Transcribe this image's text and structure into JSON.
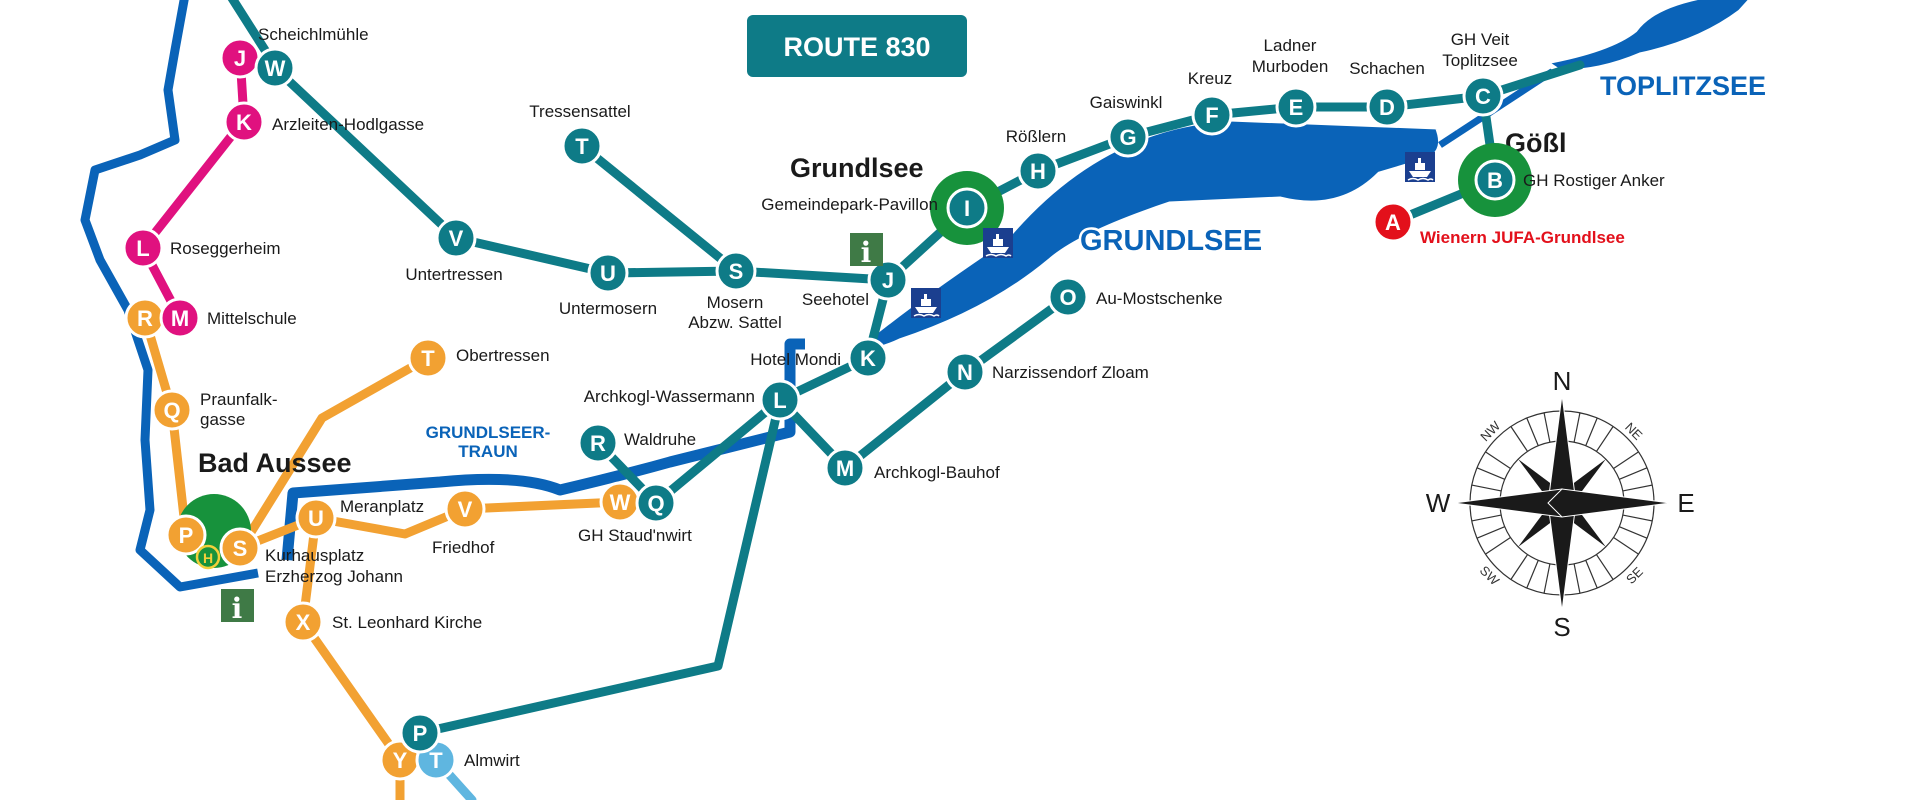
{
  "colors": {
    "teal": "#0e7b87",
    "magenta": "#e0117f",
    "orange": "#f2a132",
    "blue": "#0a63b8",
    "lightblue": "#5fb6e0",
    "green": "#17923c",
    "red": "#e3101b",
    "infogreen": "#3f7a46"
  },
  "route_badge": "ROUTE 830",
  "waters": {
    "grundlsee": "GRUNDLSEE",
    "toplitzsee": "TOPLITZSEE",
    "traun_line1": "GRUNDLSEER-",
    "traun_line2": "TRAUN"
  },
  "towns": {
    "grundlsee": "Grundlsee",
    "bad_aussee": "Bad Aussee",
    "goessl": "Gößl"
  },
  "hub_letter": "H",
  "info_icon": "i",
  "compass": {
    "n": "N",
    "s": "S",
    "e": "E",
    "w": "W",
    "ne": "NE",
    "nw": "NW",
    "se": "SE",
    "sw": "SW"
  },
  "stops": {
    "j_magenta": {
      "letter": "J",
      "line": "magenta"
    },
    "w_teal": {
      "letter": "W",
      "name": "Scheichlmühle",
      "line": "teal"
    },
    "k_magenta": {
      "letter": "K",
      "name": "Arzleiten-Hodlgasse",
      "line": "magenta"
    },
    "l_magenta": {
      "letter": "L",
      "name": "Roseggerheim",
      "line": "magenta"
    },
    "r_orange": {
      "letter": "R",
      "line": "orange"
    },
    "m_magenta": {
      "letter": "M",
      "name": "Mittelschule",
      "line": "magenta"
    },
    "q_orange": {
      "letter": "Q",
      "name1": "Praunfalk-",
      "name2": "gasse",
      "line": "orange"
    },
    "t_orange": {
      "letter": "T",
      "name": "Obertressen",
      "line": "orange"
    },
    "p_orange": {
      "letter": "P",
      "line": "orange"
    },
    "s_orange": {
      "letter": "S",
      "name1": "Kurhausplatz",
      "name2": "Erzherzog Johann",
      "line": "orange"
    },
    "u_orange": {
      "letter": "U",
      "name": "Meranplatz",
      "line": "orange"
    },
    "v_orange": {
      "letter": "V",
      "name": "Friedhof",
      "line": "orange"
    },
    "w_orange": {
      "letter": "W",
      "line": "orange"
    },
    "q_teal": {
      "letter": "Q",
      "name": "GH Staud'nwirt",
      "line": "teal"
    },
    "r_teal": {
      "letter": "R",
      "name": "Waldruhe",
      "line": "teal"
    },
    "x_orange": {
      "letter": "X",
      "name": "St. Leonhard Kirche",
      "line": "orange"
    },
    "y_orange": {
      "letter": "Y",
      "line": "orange"
    },
    "t_lightblue": {
      "letter": "T",
      "name": "Almwirt",
      "line": "lightblue"
    },
    "p_teal": {
      "letter": "P",
      "line": "teal"
    },
    "t_teal": {
      "letter": "T",
      "name": "Tressensattel",
      "line": "teal"
    },
    "v_teal": {
      "letter": "V",
      "name": "Untertressen",
      "line": "teal"
    },
    "u_teal": {
      "letter": "U",
      "name": "Untermosern",
      "line": "teal"
    },
    "s_teal": {
      "letter": "S",
      "name1": "Mosern",
      "name2": "Abzw. Sattel",
      "line": "teal"
    },
    "j_teal": {
      "letter": "J",
      "name": "Seehotel",
      "line": "teal"
    },
    "k_teal": {
      "letter": "K",
      "name": "Hotel Mondi",
      "line": "teal"
    },
    "l_teal": {
      "letter": "L",
      "name": "Archkogl-Wassermann",
      "line": "teal"
    },
    "m_teal": {
      "letter": "M",
      "name": "Archkogl-Bauhof",
      "line": "teal"
    },
    "n_teal": {
      "letter": "N",
      "name": "Narzissendorf Zloam",
      "line": "teal"
    },
    "o_teal": {
      "letter": "O",
      "name": "Au-Mostschenke",
      "line": "teal"
    },
    "i_teal": {
      "letter": "I",
      "name": "Gemeindepark-Pavillon",
      "line": "teal"
    },
    "h_teal": {
      "letter": "H",
      "name": "Rößlern",
      "line": "teal"
    },
    "g_teal": {
      "letter": "G",
      "name": "Gaiswinkl",
      "line": "teal"
    },
    "f_teal": {
      "letter": "F",
      "name": "Kreuz",
      "line": "teal"
    },
    "e_teal": {
      "letter": "E",
      "name1": "Ladner",
      "name2": "Murboden",
      "line": "teal"
    },
    "d_teal": {
      "letter": "D",
      "name": "Schachen",
      "line": "teal"
    },
    "c_teal": {
      "letter": "C",
      "name1": "GH Veit",
      "name2": "Toplitzsee",
      "line": "teal"
    },
    "b_teal": {
      "letter": "B",
      "name": "GH Rostiger Anker",
      "line": "teal"
    },
    "a_red": {
      "letter": "A",
      "name": "Wienern JUFA-Grundlsee",
      "line": "red"
    }
  }
}
